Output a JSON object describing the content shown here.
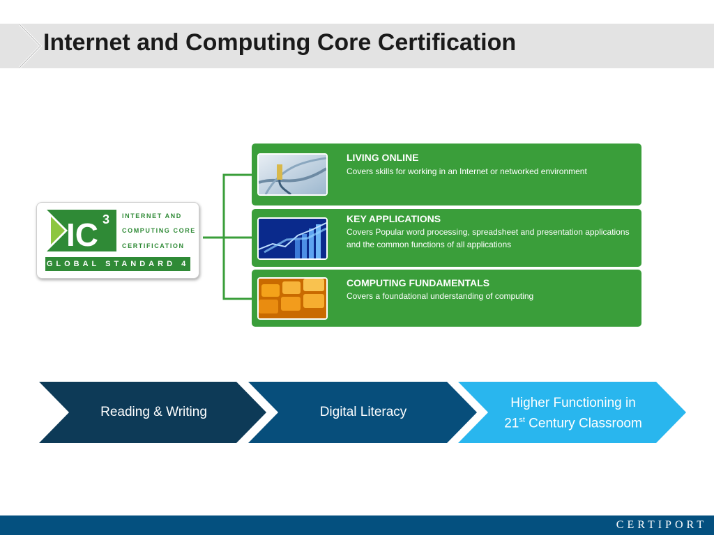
{
  "slide": {
    "title": "Internet and Computing Core Certification"
  },
  "logo": {
    "mark": "IC",
    "superscript": "3",
    "lines": [
      "INTERNET AND",
      "COMPUTING CORE",
      "CERTIFICATION"
    ],
    "band": "GLOBAL STANDARD 4"
  },
  "modules": [
    {
      "title": "LIVING ONLINE",
      "description": "Covers skills for working in an Internet or networked environment",
      "image": "network-cable-image"
    },
    {
      "title": "KEY APPLICATIONS",
      "description": "Covers Popular word processing, spreadsheet and presentation applications and the common functions of all applications",
      "image": "chart-image"
    },
    {
      "title": "COMPUTING FUNDAMENTALS",
      "description": "Covers a foundational understanding of computing",
      "image": "keyboard-image"
    }
  ],
  "pathway": [
    {
      "label": "Reading & Writing",
      "color": "#0d3a57"
    },
    {
      "label": "Digital Literacy",
      "color": "#074e7b"
    },
    {
      "label_line1": "Higher Functioning in",
      "label_num": "21",
      "label_sup": "st",
      "label_rest": " Century Classroom",
      "color": "#29b6ee"
    }
  ],
  "colors": {
    "accent_green": "#3a9e3a",
    "footer_blue": "#04507f"
  },
  "footer": {
    "brand": "CERTIPORT"
  }
}
